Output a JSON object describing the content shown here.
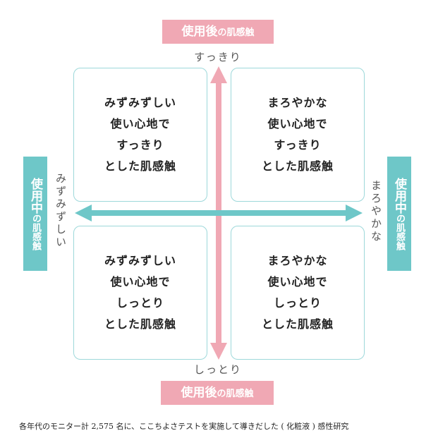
{
  "labels": {
    "top": {
      "main": "使用後",
      "sub": "の肌感触"
    },
    "bottom": {
      "main": "使用後",
      "sub": "の肌感触"
    },
    "left": {
      "a": "使用",
      "b": "中",
      "c": "の肌感触"
    },
    "right": {
      "a": "使用",
      "b": "中",
      "c": "の肌感触"
    }
  },
  "axis": {
    "top": "すっきり",
    "bottom": "しっとり",
    "left": "みずみずしい",
    "right": "まろやかな"
  },
  "quadrants": {
    "top_left": [
      "みずみずしい",
      "使い心地で",
      "すっきり",
      "とした肌感触"
    ],
    "top_right": [
      "まろやかな",
      "使い心地で",
      "すっきり",
      "とした肌感触"
    ],
    "bottom_left": [
      "みずみずしい",
      "使い心地で",
      "しっとり",
      "とした肌感触"
    ],
    "bottom_right": [
      "まろやかな",
      "使い心地で",
      "しっとり",
      "とした肌感触"
    ]
  },
  "footnote": "各年代のモニター計 2,575 名に、ここちよさテストを実施して導きだした ( 化粧液 ) 感性研究",
  "colors": {
    "pink": "#f0a8b4",
    "teal": "#6ec7c8",
    "border": "#9dd8da"
  }
}
